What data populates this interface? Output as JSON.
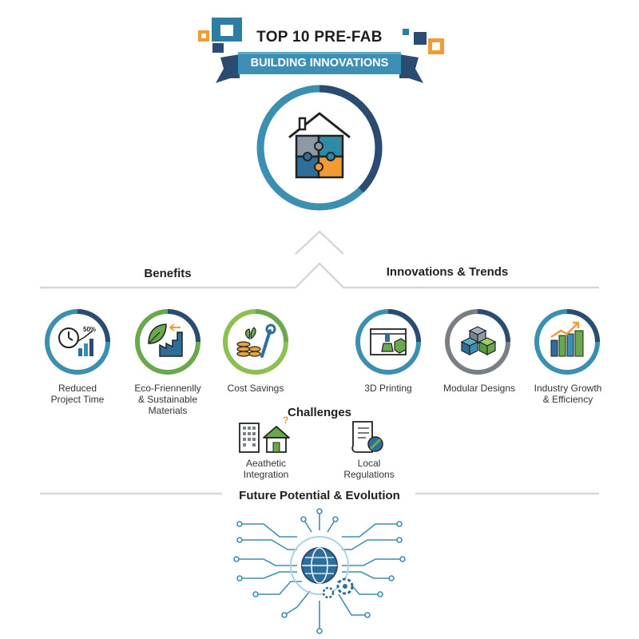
{
  "header": {
    "title_line1": "TOP 10 PRE-FAB",
    "title_line2": "BUILDING INNOVATIONS"
  },
  "sections": {
    "benefits": "Benefits",
    "innovations": "Innovations & Trends",
    "challenges": "Challenges",
    "future": "Future Potential & Evolution"
  },
  "benefits": [
    {
      "label_lines": [
        "Reduced",
        "Project Time"
      ],
      "icon": "stopwatch-chart-icon",
      "badge": "50%"
    },
    {
      "label_lines": [
        "Eco-Friennenlly",
        "& Sustainable",
        "Materials"
      ],
      "icon": "leaf-factory-icon"
    },
    {
      "label_lines": [
        "Cost Savings"
      ],
      "icon": "coins-wrench-icon"
    }
  ],
  "innovations": [
    {
      "label_lines": [
        "3D Printing"
      ],
      "icon": "3d-printer-icon"
    },
    {
      "label_lines": [
        "Modular Designs"
      ],
      "icon": "modular-cubes-icon"
    },
    {
      "label_lines": [
        "Industry Growth",
        "& Efficiency"
      ],
      "icon": "growth-buildings-icon"
    }
  ],
  "challenges": [
    {
      "label_lines": [
        "Aeathetic",
        "Integration"
      ],
      "icon": "buildings-question-icon"
    },
    {
      "label_lines": [
        "Local",
        "Regulations"
      ],
      "icon": "document-prohibited-icon"
    }
  ],
  "colors": {
    "blue": "#2f6f9a",
    "teal": "#4a9cb3",
    "navy": "#2b4b70",
    "green": "#6aa84f",
    "orange": "#f29b32",
    "gray": "#7a7f85"
  }
}
